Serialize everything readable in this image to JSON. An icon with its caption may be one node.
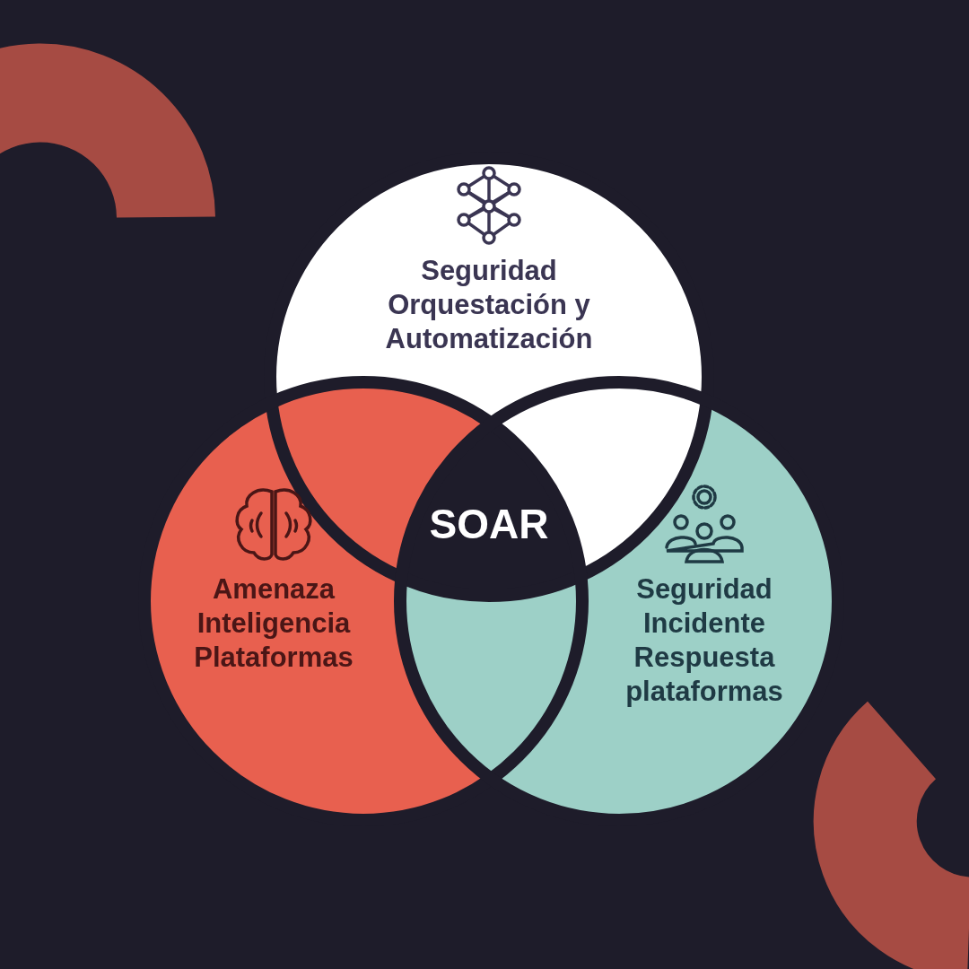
{
  "diagram": {
    "nodes": [
      {
        "text": [
          "Seguridad Orquestación y Automatización"
        ]
      },
      {
        "text": [
          "Amenaza Inteligencia Plataformas"
        ]
      },
      {
        "text": [
          "Seguridad Incidente Respuesta plataformas"
        ]
      },
      {
        "text": [
          "SOAR"
        ]
      }
    ]
  }
}
